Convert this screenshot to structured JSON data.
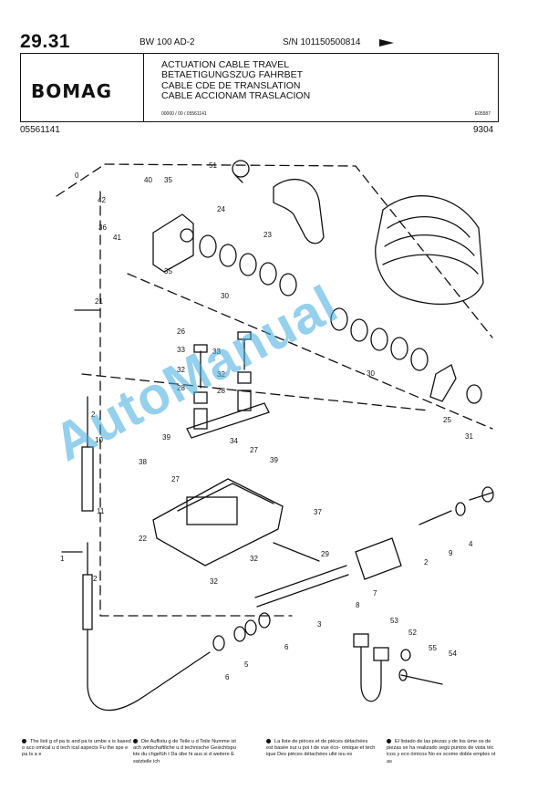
{
  "header": {
    "page_number": "29.31",
    "model": "BW 100 AD-2",
    "serial": "S/N 101150500814",
    "brand": "BOMAG",
    "titles": [
      "ACTUATION CABLE TRAVEL",
      "BETAETIGUNGSZUG FAHRBET",
      "CABLE CDE DE TRANSLATION",
      "CABLE ACCIONAM TRASLACION"
    ],
    "small_code": "00000 / 00 / 05561141",
    "ref_code": "E05587",
    "part_number": "05561141",
    "date_code": "9304"
  },
  "labels": [
    "0",
    "40",
    "35",
    "24",
    "51",
    "42",
    "36",
    "41",
    "35",
    "23",
    "21",
    "30",
    "33",
    "32",
    "28",
    "26",
    "33",
    "32",
    "28",
    "2",
    "10",
    "39",
    "34",
    "27",
    "39",
    "38",
    "27",
    "11",
    "22",
    "37",
    "32",
    "29",
    "1",
    "2",
    "32",
    "30",
    "25",
    "31",
    "4",
    "9",
    "2",
    "8",
    "7",
    "3",
    "5",
    "6",
    "6",
    "53",
    "52",
    "55",
    "54"
  ],
  "watermark": "AutoManual",
  "footer": [
    "The listi g of pa ts and pa ts umbe s is based o aco omical u d tech ical aspects Fu the spe e pa ts a e",
    "Die Auflistu g de Teile u d Teile Numme ist ach wirtschaftliche u d technische Gesichtspu kte du chgefüh t Da übe hi aus si d weitere E satzteile ich",
    "La liste de pièces et de pièces détachées est basée sur u poi t de vue éco- omique et tech ique Des pièces détachées ulté ieu es",
    "El listado de las piezas y de los úme os de piezas se ha realizado segú puntos de vista téc icos y eco ómicos No es scome doble emples ot as"
  ]
}
